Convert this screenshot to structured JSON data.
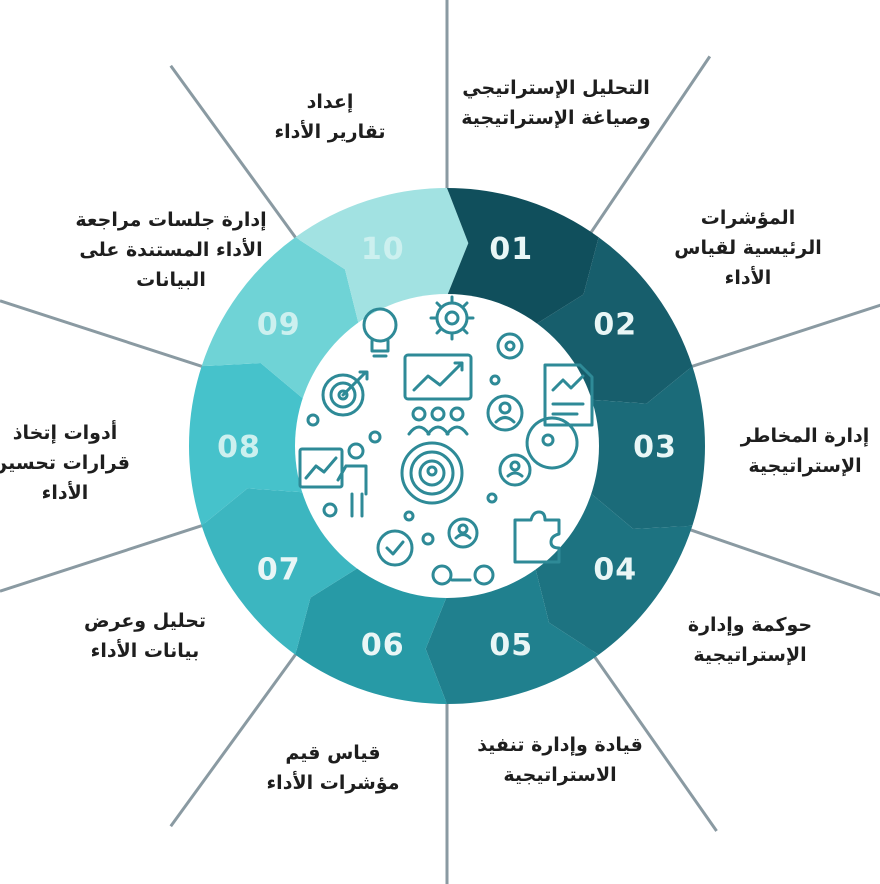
{
  "colors": {
    "segments": [
      "#104f5c",
      "#175e6c",
      "#1b6b79",
      "#1d7381",
      "#20808e",
      "#279aa6",
      "#3cb6c0",
      "#46c2cb",
      "#6fd3d6",
      "#a2e2e2"
    ],
    "number_text": "#e9f6f6",
    "number_text_light": "#ccf0ef",
    "spokes": "#8a9aa2",
    "center_icons": "#2e8a97",
    "label_text": "#1e1e1e"
  },
  "center": {
    "icon_names": [
      "lightbulb-icon",
      "gear-icon",
      "presentation-chart-icon",
      "team-icon",
      "target-icon",
      "report-document-icon",
      "profile-badge-icon",
      "maze-icon",
      "presenter-icon",
      "speech-bubble-icon",
      "puzzle-icon",
      "people-network-icon"
    ]
  },
  "segments": [
    {
      "number": "01",
      "label_lines": [
        "المؤشرات",
        "الرئيسية لقياس",
        "الأداء"
      ]
    },
    {
      "number": "02",
      "label_lines": [
        "التحليل الإستراتيجي",
        "وصياغة الإستراتيجية"
      ]
    },
    {
      "number": "03",
      "label_lines": [
        "إدارة المخاطر",
        "الإستراتيجية"
      ]
    },
    {
      "number": "04",
      "label_lines": [
        "حوكمة وإدارة",
        "الإستراتيجية"
      ]
    },
    {
      "number": "05",
      "label_lines": [
        "قيادة وإدارة تنفيذ",
        "الاستراتيجية"
      ]
    },
    {
      "number": "06",
      "label_lines": [
        "قياس قيم",
        "مؤشرات الأداء"
      ]
    },
    {
      "number": "07",
      "label_lines": [
        "تحليل وعرض",
        "بيانات الأداء"
      ]
    },
    {
      "number": "08",
      "label_lines": [
        "أدوات إتخاذ",
        "قرارات تحسين",
        "الأداء"
      ]
    },
    {
      "number": "09",
      "label_lines": [
        "إدارة جلسات مراجعة",
        "الأداء المستندة على",
        "البيانات"
      ]
    },
    {
      "number": "10",
      "label_lines": [
        "إعداد",
        "تقارير الأداء"
      ]
    }
  ]
}
